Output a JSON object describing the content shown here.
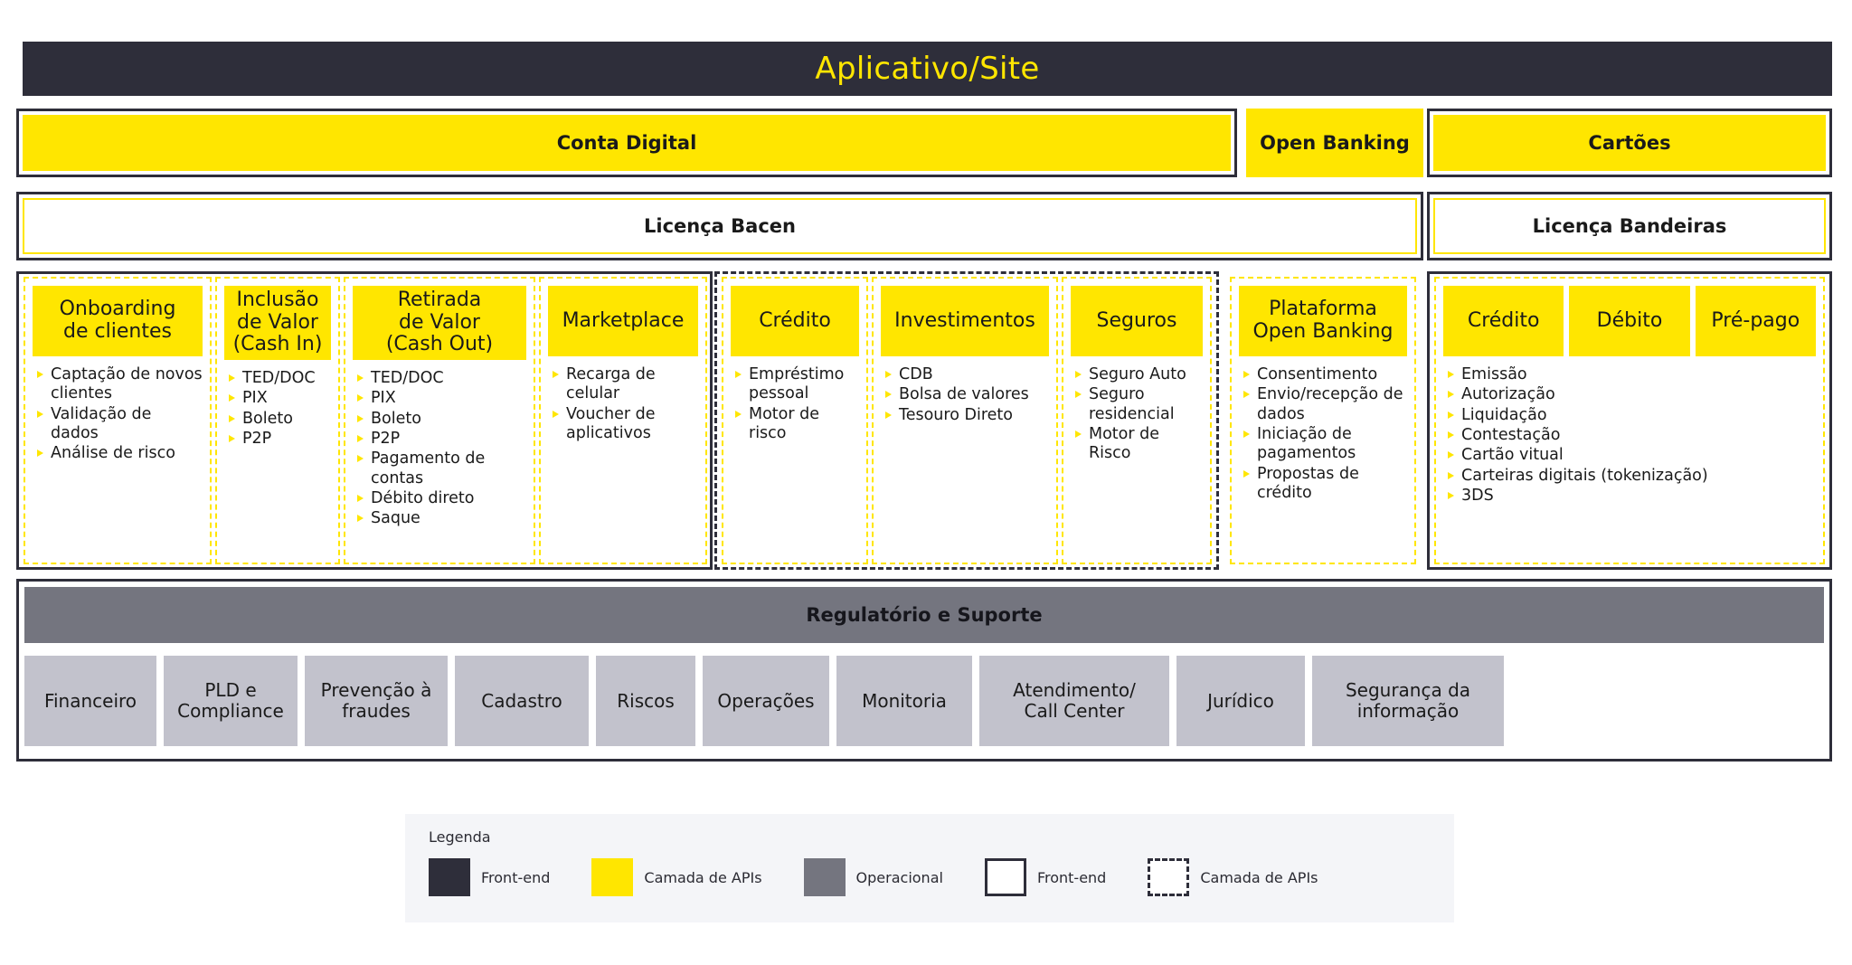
{
  "banner": {
    "title": "Aplicativo/Site"
  },
  "channels": [
    {
      "id": "conta",
      "label": "Conta Digital"
    },
    {
      "id": "open-banking",
      "label": "Open Banking"
    },
    {
      "id": "cartoes",
      "label": "Cartões"
    }
  ],
  "licenses": [
    {
      "id": "bacen",
      "label": "Licença Bacen"
    },
    {
      "id": "bandeiras",
      "label": "Licença Bandeiras"
    }
  ],
  "capabilities": [
    {
      "id": "onboarding",
      "title": "Onboarding\nde clientes",
      "items": [
        "Captação de novos clientes",
        "Validação de dados",
        "Análise de risco"
      ]
    },
    {
      "id": "cash-in",
      "title": "Inclusão\nde Valor\n(Cash In)",
      "items": [
        "TED/DOC",
        "PIX",
        "Boleto",
        "P2P"
      ]
    },
    {
      "id": "cash-out",
      "title": "Retirada\nde Valor\n(Cash Out)",
      "items": [
        "TED/DOC",
        "PIX",
        "Boleto",
        "P2P",
        "Pagamento de contas",
        "Débito direto",
        "Saque"
      ]
    },
    {
      "id": "marketplace",
      "title": "Marketplace",
      "items": [
        "Recarga de celular",
        "Voucher de aplicativos"
      ]
    },
    {
      "id": "credito",
      "title": "Crédito",
      "items": [
        "Empréstimo pessoal",
        "Motor de risco"
      ]
    },
    {
      "id": "investimentos",
      "title": "Investimentos",
      "items": [
        "CDB",
        "Bolsa de valores",
        "Tesouro Direto"
      ]
    },
    {
      "id": "seguros",
      "title": "Seguros",
      "items": [
        "Seguro Auto",
        "Seguro residencial",
        "Motor de Risco"
      ]
    },
    {
      "id": "plataforma-open-banking",
      "title": "Plataforma\nOpen Banking",
      "items": [
        "Consentimento",
        "Envio/recepção de dados",
        "Iniciação de pagamentos",
        "Propostas de crédito"
      ]
    }
  ],
  "cards_block": {
    "heads": [
      "Crédito",
      "Débito",
      "Pré-pago"
    ],
    "items": [
      "Emissão",
      "Autorização",
      "Liquidação",
      "Contestação",
      "Cartão vitual",
      "Carteiras digitais (tokenização)",
      "3DS"
    ]
  },
  "regulatorio": {
    "bar_label": "Regulatório e Suporte",
    "items": [
      "Financeiro",
      "PLD e Compliance",
      "Prevenção à fraudes",
      "Cadastro",
      "Riscos",
      "Operações",
      "Monitoria",
      "Atendimento/ Call Center",
      "Jurídico",
      "Segurança da informação"
    ]
  },
  "legend": {
    "title": "Legenda",
    "items": [
      {
        "swatch": "dark-filled",
        "label": "Front-end"
      },
      {
        "swatch": "yellow-filled",
        "label": "Camada de APIs"
      },
      {
        "swatch": "gray-filled",
        "label": "Operacional"
      },
      {
        "swatch": "solid-outline",
        "label": "Front-end"
      },
      {
        "swatch": "dashed-outline",
        "label": "Camada de APIs"
      }
    ]
  },
  "colors": {
    "dark": "#2e2e3a",
    "yellow": "#ffe600",
    "gray_bar": "#74757f",
    "gray_box": "#c2c2cc",
    "legend_bg": "#f4f5f8"
  }
}
